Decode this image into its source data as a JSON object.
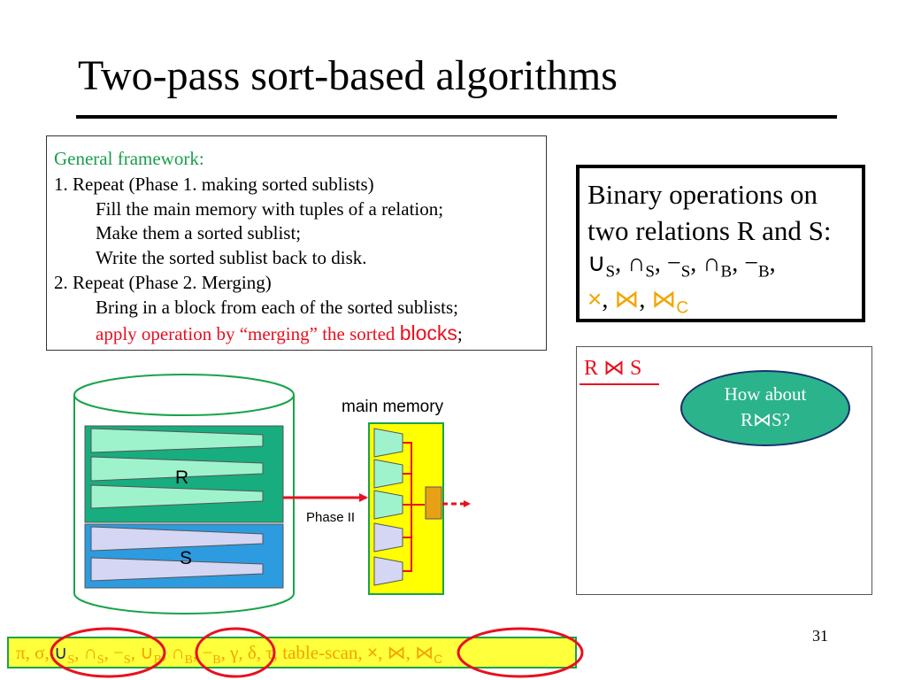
{
  "slide": {
    "title": "Two-pass sort-based algorithms",
    "page_number": "31"
  },
  "framework": {
    "heading": "General framework:",
    "lines": [
      "1. Repeat (Phase 1. making sorted sublists)",
      "Fill the main memory with tuples of a relation;",
      "Make them a sorted sublist;",
      "Write the sorted sublist back to disk.",
      "2. Repeat (Phase 2. Merging)",
      "Bring in a block from each of the sorted sublists;"
    ],
    "last_line_red": "apply operation by “merging” the sorted ",
    "last_line_red_sans": "blocks",
    "last_line_tail": ";"
  },
  "binary_ops": {
    "line1": "Binary operations on",
    "line2": "two relations R and S:",
    "union": "∪",
    "intersect": "∩",
    "minus": "−",
    "sub_s": "S",
    "sub_b": "B",
    "cross": "×",
    "join": "⋈",
    "sub_c": "C",
    "comma": ","
  },
  "join_panel": {
    "r": "R",
    "join": "⋈",
    "s": "S",
    "hint_line1": "How about",
    "hint_r": "R",
    "hint_s": "S?"
  },
  "diagram": {
    "main_memory_label": "main memory",
    "phase_label": "Phase II",
    "r_label": "R",
    "s_label": "S"
  },
  "bottom_bar": {
    "pi": "π",
    "sigma": "σ",
    "union": "∪",
    "intersect": "∩",
    "minus": "−",
    "sub_s": "S",
    "sub_b": "B",
    "gamma": "γ",
    "delta": "δ",
    "tau": "τ",
    "table_scan": "table-scan",
    "cross": "×",
    "join": "⋈",
    "sub_c": "C",
    "comma": ","
  },
  "colors": {
    "green_text": "#1a9e4b",
    "red_text": "#e8101f",
    "orange_ops": "#f2a500",
    "hint_fill": "#2bb38b",
    "r_block": "#18ad7e",
    "s_block": "#2d9be0",
    "memory_fill": "#ffff00"
  }
}
